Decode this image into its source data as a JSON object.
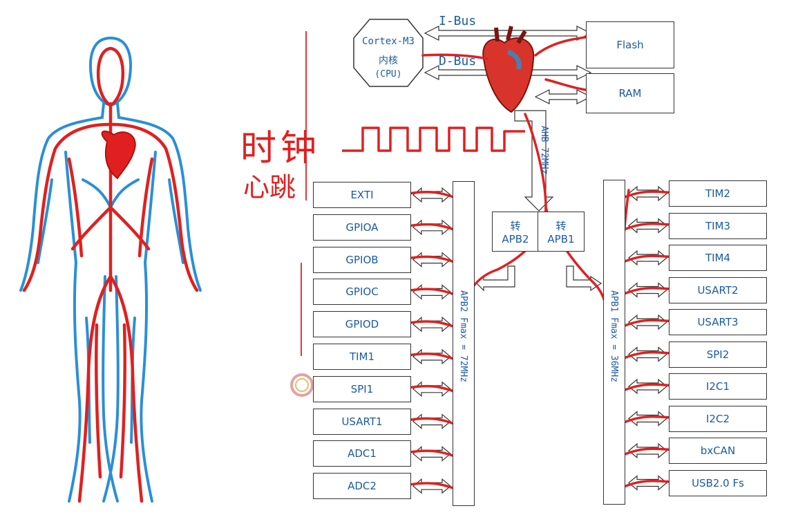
{
  "cpu": {
    "line1": "Cortex-M3",
    "line2": "内核",
    "line3": "(CPU)"
  },
  "buses": {
    "ibus": "I-Bus",
    "dbus": "D-Bus"
  },
  "memory": {
    "flash": "Flash",
    "ram": "RAM"
  },
  "ahb_label": "AHB 72MHz",
  "bridges": {
    "apb2_line1": "转",
    "apb2_line2": "APB2",
    "apb1_line1": "转",
    "apb1_line2": "APB1"
  },
  "apb2_bus_label": "APB2 Fmax = 72MHz",
  "apb1_bus_label": "APB1 Fmax = 36MHz",
  "apb2_peripherals": [
    "EXTI",
    "GPIOA",
    "GPIOB",
    "GPIOC",
    "GPIOD",
    "TIM1",
    "SPI1",
    "USART1",
    "ADC1",
    "ADC2"
  ],
  "apb1_peripherals": [
    "TIM2",
    "TIM3",
    "TIM4",
    "USART2",
    "USART3",
    "SPI2",
    "I2C1",
    "I2C2",
    "bxCAN",
    "USB2.0 Fs"
  ],
  "annotations": {
    "clock": "时钟",
    "heartbeat": "心跳"
  },
  "colors": {
    "vessel_red": "#e02020",
    "vessel_blue": "#2a8fd6",
    "text_blue": "#1a5aa6"
  }
}
